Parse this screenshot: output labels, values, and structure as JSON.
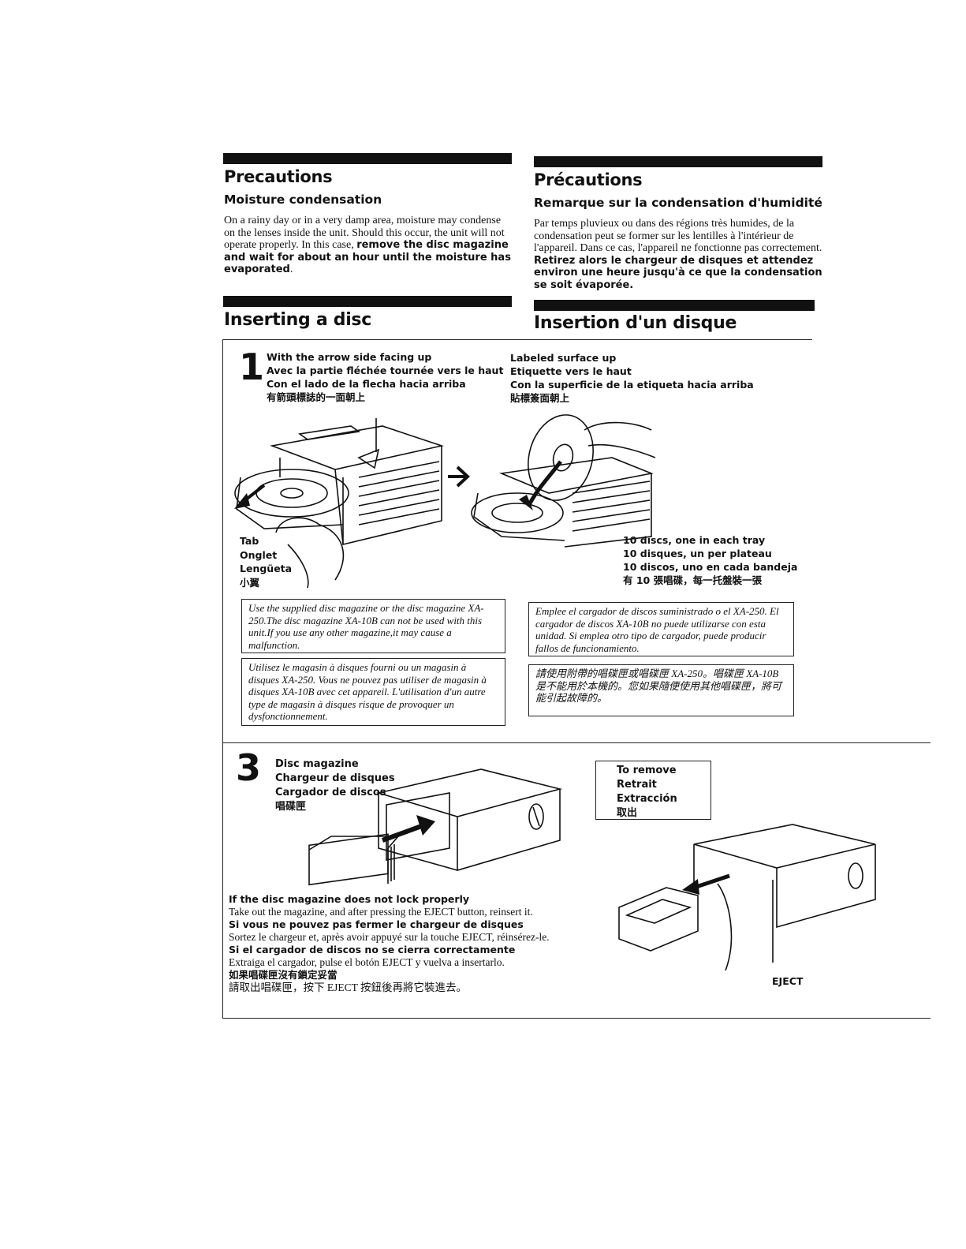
{
  "precautions_en": {
    "title": "Precautions",
    "subtitle": "Moisture condensation",
    "body": "On a rainy day or in a very damp area, moisture may condense on the lenses inside the unit. Should this occur, the unit will not operate properly. In this case, ",
    "body_bold": "remove the disc magazine and wait for about an hour until the moisture has evaporated",
    "body_end": "."
  },
  "precautions_fr": {
    "title": "Précautions",
    "subtitle": "Remarque sur la condensation d'humidité",
    "body": "Par temps pluvieux ou dans des régions très humides, de la condensation peut se former sur les lentilles à l'intérieur de l'appareil. Dans ce cas, l'appareil ne fonctionne pas correctement. ",
    "body_bold": "Retirez alors le chargeur de disques et attendez environ une heure jusqu'à ce que la condensation se soit évaporée."
  },
  "inserting": {
    "title_en": "Inserting a disc",
    "title_fr": "Insertion d'un disque"
  },
  "step1": {
    "number": "1",
    "arrow_side": [
      "With the arrow side facing up",
      "Avec la partie fléchée tournée vers le haut",
      "Con el lado de la flecha hacia arriba",
      "有箭頭標誌的一面朝上"
    ],
    "labeled_surface": [
      "Labeled surface up",
      "Etiquette vers le haut",
      "Con la superficie de la etiqueta hacia arriba",
      "貼標簽面朝上"
    ],
    "tab": [
      "Tab",
      "Onglet",
      "Lengüeta",
      "小翼"
    ],
    "discs": [
      "10 discs, one in each tray",
      "10 disques, un per plateau",
      "10 discos, uno en cada bandeja",
      "有 10 張唱碟，每一托盤裝一張"
    ]
  },
  "notes": {
    "en": "Use the supplied disc magazine or the disc magazine XA-250.The disc magazine XA-10B can not be used with this unit.If you use any other magazine,it may cause a malfunction.",
    "fr": "Utilisez le magasin à disques fourni ou un magasin à disques XA-250. Vous ne pouvez pas utiliser de magasin à disques XA-10B avec cet appareil. L'utilisation d'un autre type de magasin à disques risque de provoquer un dysfonctionnement.",
    "es": "Emplee el cargador de discos suministrado o el XA-250. El cargador de discos XA-10B no puede utilizarse con esta unidad. Si emplea otro tipo de cargador, puede producir fallos de funcionamiento.",
    "zh": "請使用附帶的唱碟匣或唱碟匣 XA-250。唱碟匣 XA-10B 是不能用於本機的。您如果隨便使用其他唱碟匣，將可能引起故障的。"
  },
  "step3": {
    "number": "3",
    "magazine": [
      "Disc magazine",
      "Chargeur de disques",
      "Cargador de discos",
      "唱碟匣"
    ],
    "remove": [
      "To remove",
      "Retrait",
      "Extracción",
      "取出"
    ],
    "eject": "EJECT",
    "lock_en_head": "If the disc magazine does not lock properly",
    "lock_en_text": "Take out the magazine, and after pressing the EJECT button, reinsert it.",
    "lock_fr_head": "Si vous ne pouvez pas fermer le chargeur de disques",
    "lock_fr_text": "Sortez le chargeur et, après avoir appuyé sur la touche EJECT, réinsérez-le.",
    "lock_es_head": "Si el cargador de discos no se cierra correctamente",
    "lock_es_text": "Extraiga el cargador, pulse el botón EJECT y vuelva a insertarlo.",
    "lock_zh_head": "如果唱碟匣沒有鎖定妥當",
    "lock_zh_text": "請取出唱碟匣，按下 EJECT 按鈕後再將它裝進去。"
  }
}
